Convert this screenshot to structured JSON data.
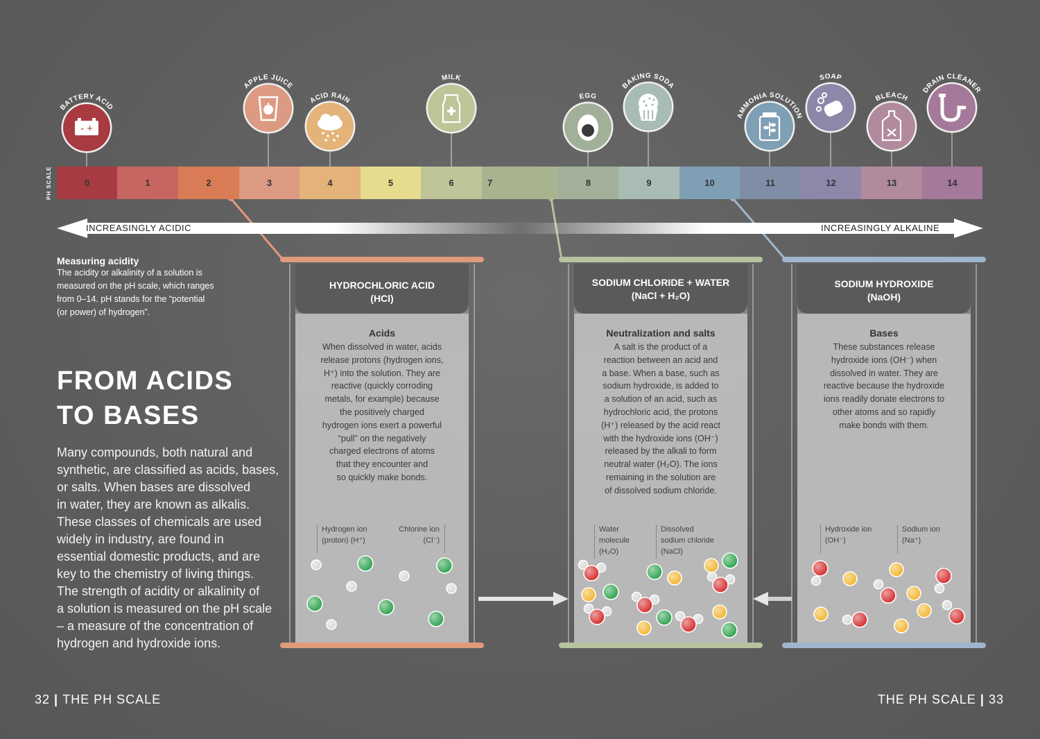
{
  "ph_scale_label": "PH SCALE",
  "segments": [
    {
      "n": "0",
      "color": "#a83b42"
    },
    {
      "n": "1",
      "color": "#c76560"
    },
    {
      "n": "2",
      "color": "#d97b55"
    },
    {
      "n": "3",
      "color": "#dd9a82"
    },
    {
      "n": "4",
      "color": "#e3b37a"
    },
    {
      "n": "5",
      "color": "#e5dc8e"
    },
    {
      "n": "6",
      "color": "#bfc499"
    },
    {
      "n": "7",
      "color": "#a8b48f"
    },
    {
      "n": "8",
      "color": "#a2b09a"
    },
    {
      "n": "9",
      "color": "#a9bcb3"
    },
    {
      "n": "10",
      "color": "#7f9fb5"
    },
    {
      "n": "11",
      "color": "#7f8ea6"
    },
    {
      "n": "12",
      "color": "#8f87a9"
    },
    {
      "n": "13",
      "color": "#b18a9e"
    },
    {
      "n": "14",
      "color": "#a5799a"
    }
  ],
  "substances": [
    {
      "label": "BATTERY ACID",
      "color": "#a83b42",
      "icon": "battery-icon"
    },
    {
      "label": "APPLE JUICE",
      "color": "#dd9a82",
      "icon": "apple-juice-icon"
    },
    {
      "label": "ACID RAIN",
      "color": "#e3b37a",
      "icon": "rain-cloud-icon"
    },
    {
      "label": "MILK",
      "color": "#bfc499",
      "icon": "milk-carton-icon"
    },
    {
      "label": "EGG",
      "color": "#a2b09a",
      "icon": "egg-icon"
    },
    {
      "label": "BAKING SODA",
      "color": "#a9bcb3",
      "icon": "muffin-icon"
    },
    {
      "label": "AMMONIA SOLUTION",
      "color": "#7f9fb5",
      "icon": "plant-jar-icon"
    },
    {
      "label": "SOAP",
      "color": "#8f87a9",
      "icon": "soap-icon"
    },
    {
      "label": "BLEACH",
      "color": "#b18a9e",
      "icon": "bleach-bottle-icon"
    },
    {
      "label": "DRAIN CLEANER",
      "color": "#a5799a",
      "icon": "drain-pipe-icon"
    }
  ],
  "arrow": {
    "left": "INCREASINGLY ACIDIC",
    "right": "INCREASINGLY ALKALINE"
  },
  "measuring": {
    "title": "Measuring acidity",
    "lines": [
      "The acidity or alkalinity of a solution is",
      "measured on the pH scale, which ranges",
      "from 0–14. pH stands for the “potential",
      "(or power) of hydrogen”."
    ]
  },
  "main_title": [
    "FROM ACIDS",
    "TO BASES"
  ],
  "intro_lines": [
    "Many compounds, both natural and",
    "synthetic, are classified as acids, bases,",
    "or salts. When bases are dissolved",
    "in water, they are known as alkalis.",
    "These classes of chemicals are used",
    "widely in industry, are found in",
    "essential domestic products, and are",
    "key to the chemistry of living things.",
    "The strength of acidity or alkalinity of",
    "a solution is measured on the pH scale",
    "– a measure of the concentration of",
    "hydrogen and hydroxide ions."
  ],
  "beakers": [
    {
      "heading": [
        "HYDROCHLORIC ACID",
        "(HCl)"
      ],
      "subtitle": "Acids",
      "accent": "#e09a7c",
      "lines": [
        "When dissolved in water, acids",
        "release protons (hydrogen ions,",
        "H⁺) into the solution. They are",
        "reactive (quickly corroding",
        "metals, for example) because",
        "the positively charged",
        "hydrogen ions exert a powerful",
        "“pull” on the negatively",
        "charged electrons of atoms",
        "that they encounter and",
        "so quickly make bonds."
      ],
      "ions": [
        {
          "lines": [
            "Hydrogen ion",
            "(proton) (H⁺)"
          ]
        },
        {
          "lines": [
            "Chlorine ion",
            "(Cl⁻)"
          ]
        }
      ]
    },
    {
      "heading": [
        "SODIUM CHLORIDE + WATER",
        "(NaCl + H₂O)"
      ],
      "subtitle": "Neutralization and salts",
      "accent": "#b6c2a0",
      "lines": [
        "A salt is the product of a",
        "reaction between an acid and",
        "a base. When a base, such as",
        "sodium hydroxide, is added to",
        "a solution of an acid, such as",
        "hydrochloric acid, the protons",
        "(H⁺) released by the acid react",
        "with the hydroxide ions (OH⁻)",
        "released by the alkali to form",
        "neutral water (H₂O). The ions",
        "remaining in the solution are",
        "of dissolved sodium chloride."
      ],
      "ions": [
        {
          "lines": [
            "Water",
            "molecule",
            "(H₂O)"
          ]
        },
        {
          "lines": [
            "Dissolved",
            "sodium chloride",
            "(NaCl)"
          ]
        }
      ]
    },
    {
      "heading": [
        "SODIUM HYDROXIDE",
        "(NaOH)"
      ],
      "subtitle": "Bases",
      "accent": "#9fb6cc",
      "lines": [
        "These substances release",
        "hydroxide ions (OH⁻) when",
        "dissolved in water. They are",
        "reactive because the hydroxide",
        "ions readily donate electrons to",
        "other atoms and so rapidly",
        "make bonds with them."
      ],
      "ions": [
        {
          "lines": [
            "Hydroxide ion",
            "(OH⁻)"
          ]
        },
        {
          "lines": [
            "Sodium ion",
            "(Na⁺)"
          ]
        }
      ]
    }
  ],
  "footer": {
    "left_num": "32",
    "left_title": "THE PH SCALE",
    "right_title": "THE PH SCALE",
    "right_num": "33"
  },
  "colors": {
    "hydrogen": "#d6d6d6",
    "chlorine": "#2aa14a",
    "oxygen": "#d42a2a",
    "sodium": "#f2b52a"
  }
}
